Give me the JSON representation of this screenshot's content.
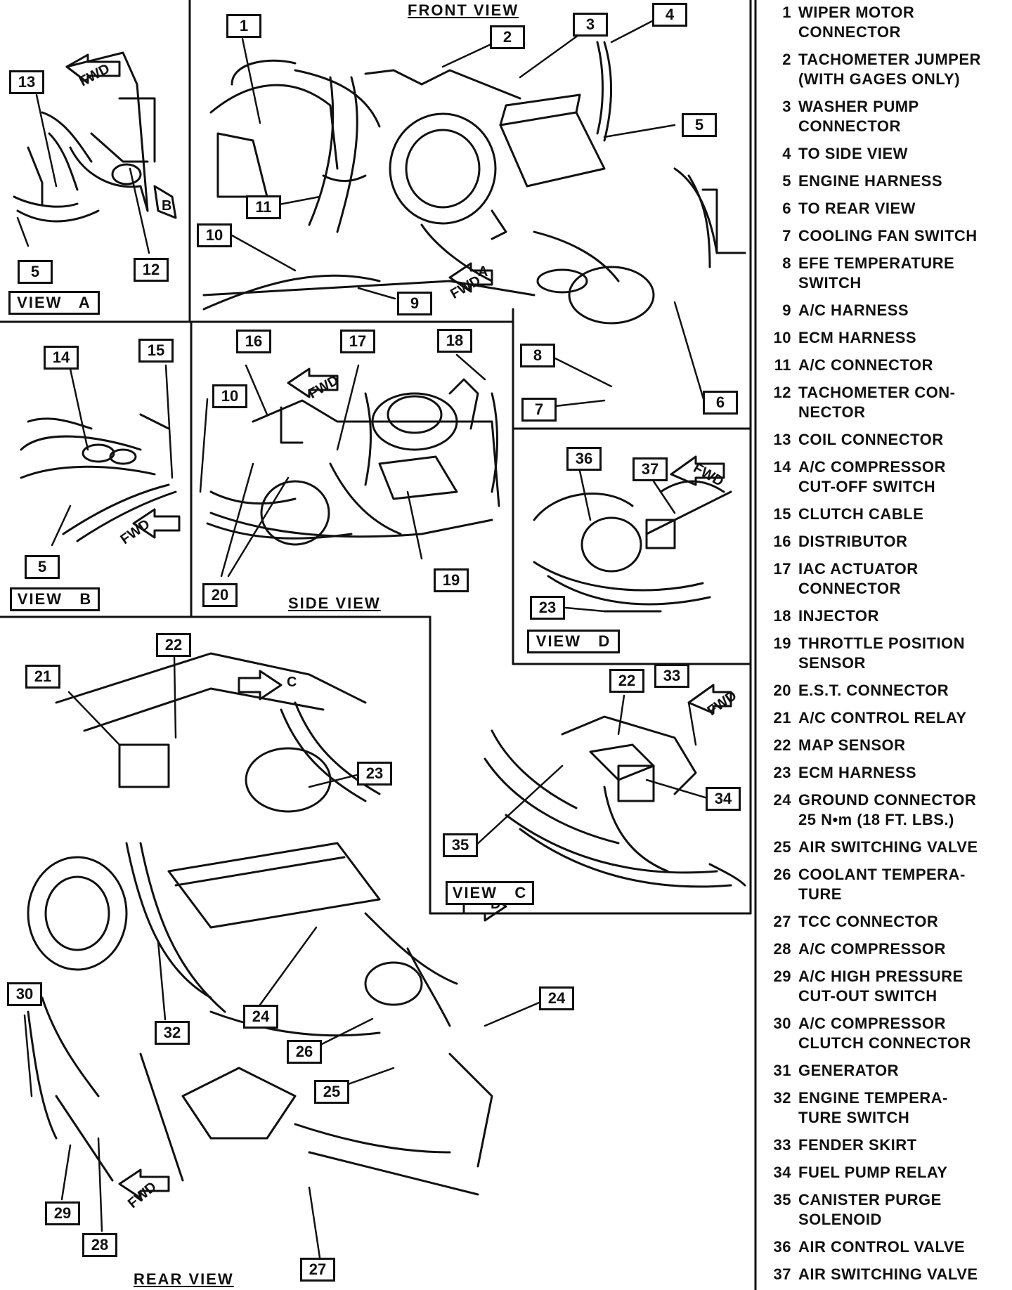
{
  "views": {
    "front": "FRONT VIEW",
    "side": "SIDE VIEW",
    "rear": "REAR VIEW",
    "view_a": "VIEW   A",
    "view_b": "VIEW   B",
    "view_c": "VIEW   C",
    "view_d": "VIEW   D"
  },
  "directions": {
    "fwd": "FWD",
    "a": "A",
    "b": "B",
    "c": "C",
    "d": "D"
  },
  "callouts": [
    "1",
    "2",
    "3",
    "4",
    "5",
    "5",
    "5",
    "7",
    "8",
    "9",
    "10",
    "10",
    "11",
    "12",
    "13",
    "14",
    "15",
    "16",
    "17",
    "18",
    "19",
    "20",
    "21",
    "22",
    "22",
    "23",
    "23",
    "24",
    "24",
    "25",
    "26",
    "27",
    "28",
    "29",
    "30",
    "32",
    "33",
    "34",
    "35",
    "36",
    "37",
    "6"
  ],
  "legend": [
    {
      "num": "1",
      "text": "WIPER MOTOR\nCONNECTOR"
    },
    {
      "num": "2",
      "text": "TACHOMETER JUMPER\n(WITH GAGES ONLY)"
    },
    {
      "num": "3",
      "text": "WASHER PUMP\nCONNECTOR"
    },
    {
      "num": "4",
      "text": "TO SIDE VIEW"
    },
    {
      "num": "5",
      "text": "ENGINE HARNESS"
    },
    {
      "num": "6",
      "text": "TO REAR VIEW"
    },
    {
      "num": "7",
      "text": "COOLING FAN SWITCH"
    },
    {
      "num": "8",
      "text": "EFE TEMPERATURE\nSWITCH"
    },
    {
      "num": "9",
      "text": "A/C HARNESS"
    },
    {
      "num": "10",
      "text": "ECM HARNESS"
    },
    {
      "num": "11",
      "text": "A/C CONNECTOR"
    },
    {
      "num": "12",
      "text": "TACHOMETER CON-\nNECTOR"
    },
    {
      "num": "13",
      "text": "COIL CONNECTOR"
    },
    {
      "num": "14",
      "text": "A/C COMPRESSOR\nCUT-OFF SWITCH"
    },
    {
      "num": "15",
      "text": "CLUTCH CABLE"
    },
    {
      "num": "16",
      "text": "DISTRIBUTOR"
    },
    {
      "num": "17",
      "text": "IAC ACTUATOR\nCONNECTOR"
    },
    {
      "num": "18",
      "text": "INJECTOR"
    },
    {
      "num": "19",
      "text": "THROTTLE POSITION\nSENSOR"
    },
    {
      "num": "20",
      "text": "E.S.T. CONNECTOR"
    },
    {
      "num": "21",
      "text": "A/C CONTROL RELAY"
    },
    {
      "num": "22",
      "text": "MAP SENSOR"
    },
    {
      "num": "23",
      "text": "ECM HARNESS"
    },
    {
      "num": "24",
      "text": "GROUND CONNECTOR\n25 N•m (18 FT. LBS.)"
    },
    {
      "num": "25",
      "text": "AIR SWITCHING VALVE"
    },
    {
      "num": "26",
      "text": "COOLANT TEMPERA-\nTURE"
    },
    {
      "num": "27",
      "text": "TCC CONNECTOR"
    },
    {
      "num": "28",
      "text": "A/C COMPRESSOR"
    },
    {
      "num": "29",
      "text": "A/C HIGH PRESSURE\nCUT-OUT SWITCH"
    },
    {
      "num": "30",
      "text": "A/C COMPRESSOR\nCLUTCH CONNECTOR"
    },
    {
      "num": "31",
      "text": "GENERATOR"
    },
    {
      "num": "32",
      "text": "ENGINE TEMPERA-\nTURE SWITCH"
    },
    {
      "num": "33",
      "text": "FENDER SKIRT"
    },
    {
      "num": "34",
      "text": "FUEL PUMP RELAY"
    },
    {
      "num": "35",
      "text": "CANISTER PURGE\nSOLENOID"
    },
    {
      "num": "36",
      "text": "AIR CONTROL VALVE"
    },
    {
      "num": "37",
      "text": "AIR SWITCHING VALVE"
    }
  ]
}
